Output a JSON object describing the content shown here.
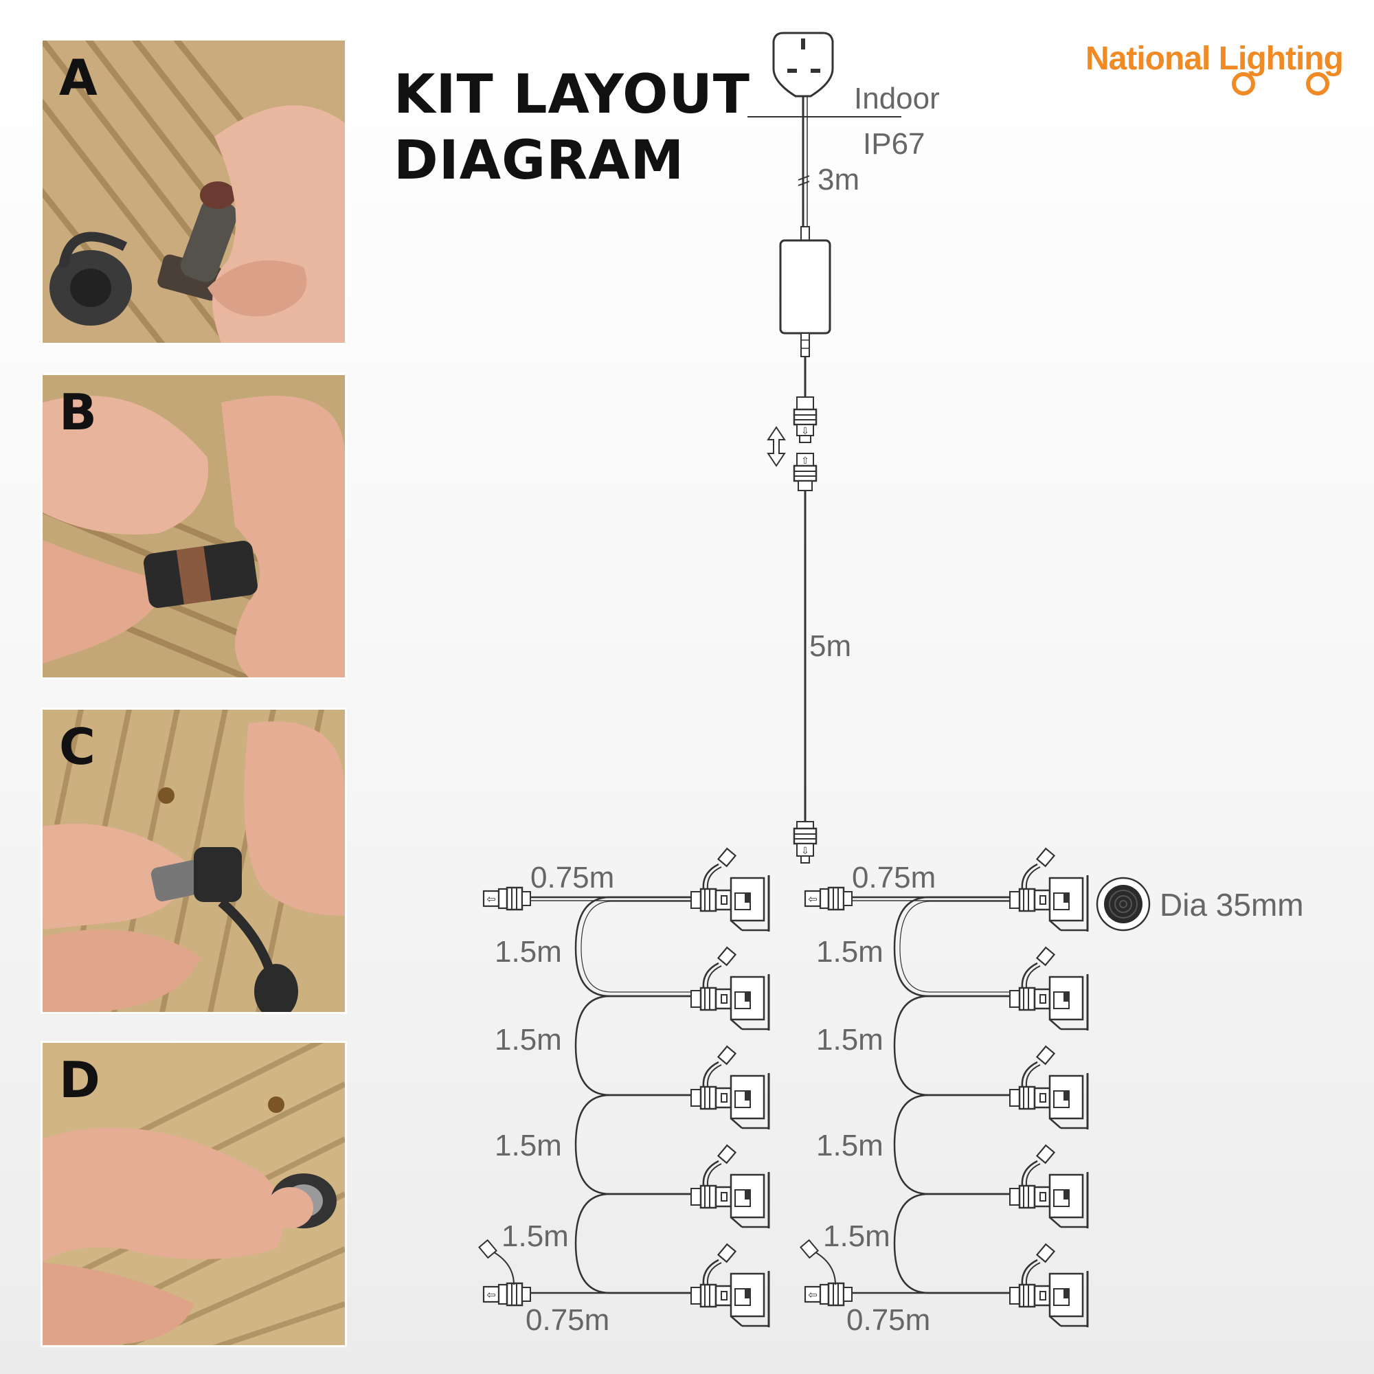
{
  "title": {
    "line1": "KIT LAYOUT",
    "line2": "DIAGRAM"
  },
  "brand": {
    "name": "National Lighting",
    "color": "#f08a24"
  },
  "panels": [
    {
      "letter": "A"
    },
    {
      "letter": "B"
    },
    {
      "letter": "C"
    },
    {
      "letter": "D"
    }
  ],
  "diagram": {
    "indoor": "Indoor",
    "ip_rating": "IP67",
    "plug_cable_length": "3m",
    "main_cable_length": "5m",
    "light_size": "Dia 35mm",
    "left_run": {
      "top": "0.75m",
      "links": [
        "1.5m",
        "1.5m",
        "1.5m",
        "1.5m"
      ],
      "bottom": "0.75m"
    },
    "right_run": {
      "top": "0.75m",
      "links": [
        "1.5m",
        "1.5m",
        "1.5m",
        "1.5m"
      ],
      "bottom": "0.75m"
    },
    "line_color": "#333333",
    "label_color": "#666666"
  }
}
